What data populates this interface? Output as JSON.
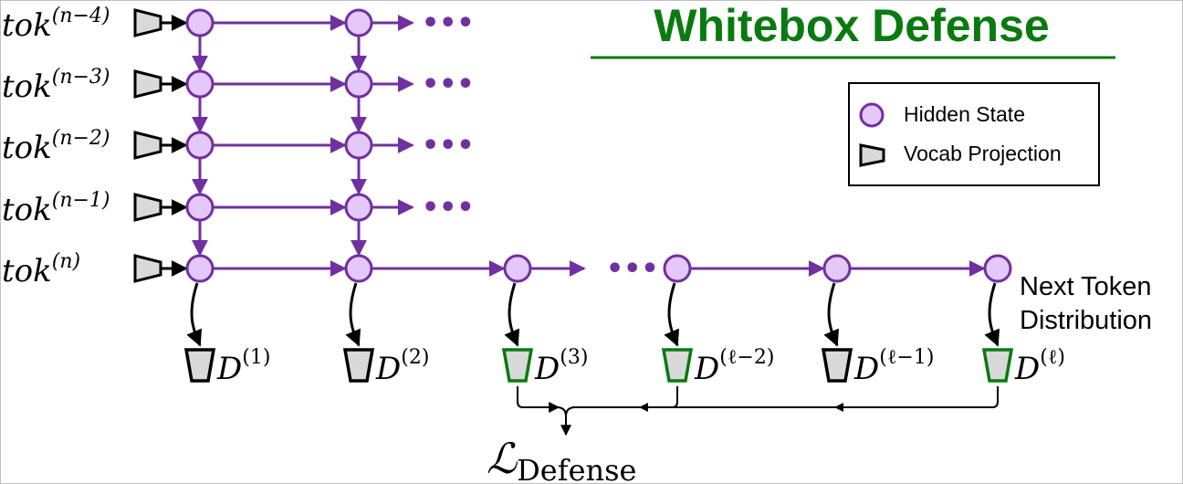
{
  "title": "Whitebox Defense",
  "colors": {
    "hidden_fill": "#e4c8f8",
    "hidden_stroke": "#7030a0",
    "arrow": "#7030a0",
    "vocab_fill": "#d9d9d9",
    "green": "#0a7a10",
    "title_green": "#0a7a10"
  },
  "tokens": [
    {
      "base": "tok",
      "sup": "(n−4)"
    },
    {
      "base": "tok",
      "sup": "(n−3)"
    },
    {
      "base": "tok",
      "sup": "(n−2)"
    },
    {
      "base": "tok",
      "sup": "(n−1)"
    },
    {
      "base": "tok",
      "sup": "(n)"
    }
  ],
  "ellipsis": "•••",
  "decoders": [
    {
      "base": "D",
      "sup": "(1)",
      "in_defense": false
    },
    {
      "base": "D",
      "sup": "(2)",
      "in_defense": false
    },
    {
      "base": "D",
      "sup": "(3)",
      "in_defense": true
    },
    {
      "base": "D",
      "sup": "(ℓ−2)",
      "in_defense": true
    },
    {
      "base": "D",
      "sup": "(ℓ−1)",
      "in_defense": false
    },
    {
      "base": "D",
      "sup": "(ℓ)",
      "in_defense": true
    }
  ],
  "next_token_label": [
    "Next Token",
    "Distribution"
  ],
  "legend": {
    "hidden_state": "Hidden State",
    "vocab_projection": "Vocab Projection"
  },
  "loss": {
    "symbol": "ℒ",
    "subscript": "Defense"
  }
}
